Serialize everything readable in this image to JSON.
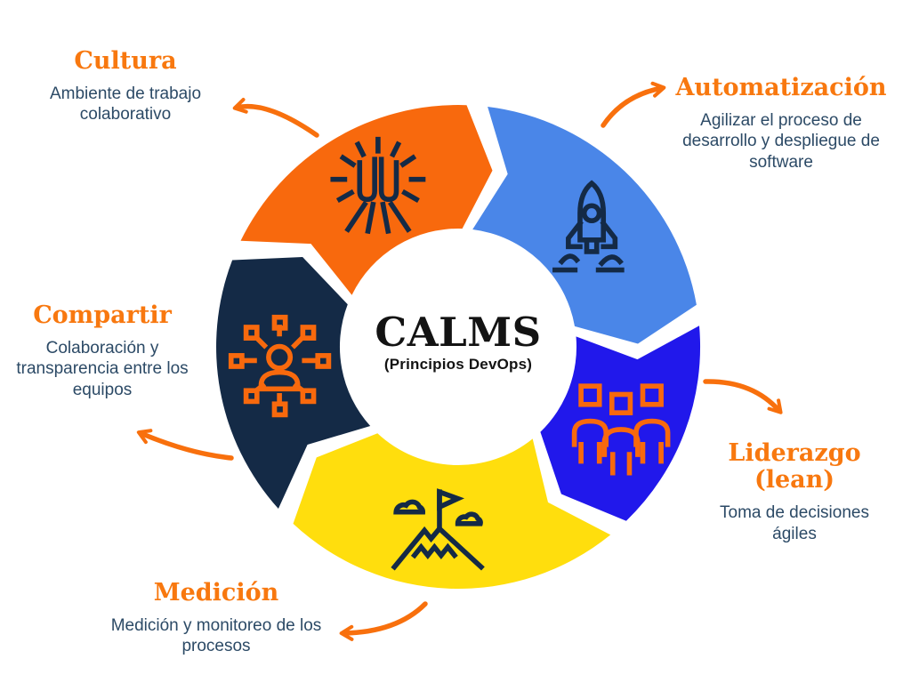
{
  "center": {
    "title": "CALMS",
    "subtitle": "(Principios DevOps)"
  },
  "colors": {
    "background": "#FFFFFF",
    "heading_orange": "#F8780F",
    "body_text": "#2C4A66",
    "title_text": "#131313",
    "arrow": "#F8700D"
  },
  "wheel": {
    "segments": [
      {
        "id": "cultura",
        "color": "#F8690D",
        "icon": "celebration-icon",
        "icon_color": "#142A46",
        "start": 300,
        "end": 371
      },
      {
        "id": "automatizacion",
        "color": "#4A86E8",
        "icon": "rocket-icon",
        "icon_color": "#142A46",
        "start": 11,
        "end": 89
      },
      {
        "id": "liderazgo",
        "color": "#2118EB",
        "icon": "team-icon",
        "icon_color": "#F8690D",
        "start": 89,
        "end": 145
      },
      {
        "id": "medicion",
        "color": "#FFDE0D",
        "icon": "mountain-flag-icon",
        "icon_color": "#142A46",
        "start": 145,
        "end": 232
      },
      {
        "id": "compartir",
        "color": "#142A46",
        "icon": "network-share-icon",
        "icon_color": "#F8690D",
        "start": 232,
        "end": 300
      }
    ]
  },
  "labels": {
    "cultura": {
      "heading": "Cultura",
      "description": "Ambiente de trabajo colaborativo"
    },
    "automatizacion": {
      "heading": "Automatización",
      "description": "Agilizar el proceso de desarrollo y despliegue de software"
    },
    "liderazgo": {
      "heading": "Liderazgo",
      "heading2": "(lean)",
      "description": "Toma de decisiones ágiles"
    },
    "medicion": {
      "heading": "Medición",
      "description": "Medición y monitoreo de los procesos"
    },
    "compartir": {
      "heading": "Compartir",
      "description": "Colaboración y transparencia entre los equipos"
    }
  }
}
